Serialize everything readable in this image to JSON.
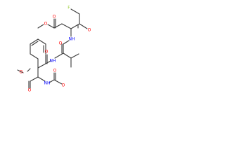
{
  "structure": {
    "atoms": {
      "F": {
        "label": "F",
        "color": "#9acd32"
      },
      "O_ketone": {
        "label": "O",
        "color": "#ff0000"
      },
      "O_ester1_carbonyl": {
        "label": "O",
        "color": "#ff0000"
      },
      "O_ester1_alkoxy": {
        "label": "O",
        "color": "#ff0000"
      },
      "O_amide1": {
        "label": "O",
        "color": "#ff0000"
      },
      "N_amide1": {
        "label": "NH",
        "color": "#0000ff"
      },
      "N_amide2": {
        "label": "NH",
        "color": "#0000ff"
      },
      "O_amide2": {
        "label": "O",
        "color": "#ff0000"
      },
      "O_ester2_alkoxy": {
        "label": "O",
        "color": "#ff0000"
      },
      "O_ester2_carbonyl": {
        "label": "O",
        "color": "#ff0000"
      },
      "N_amide3": {
        "label": "NH",
        "color": "#0000ff"
      },
      "O_amide3": {
        "label": "O",
        "color": "#ff0000"
      },
      "O_carbamate": {
        "label": "O",
        "color": "#ff0000"
      }
    }
  }
}
